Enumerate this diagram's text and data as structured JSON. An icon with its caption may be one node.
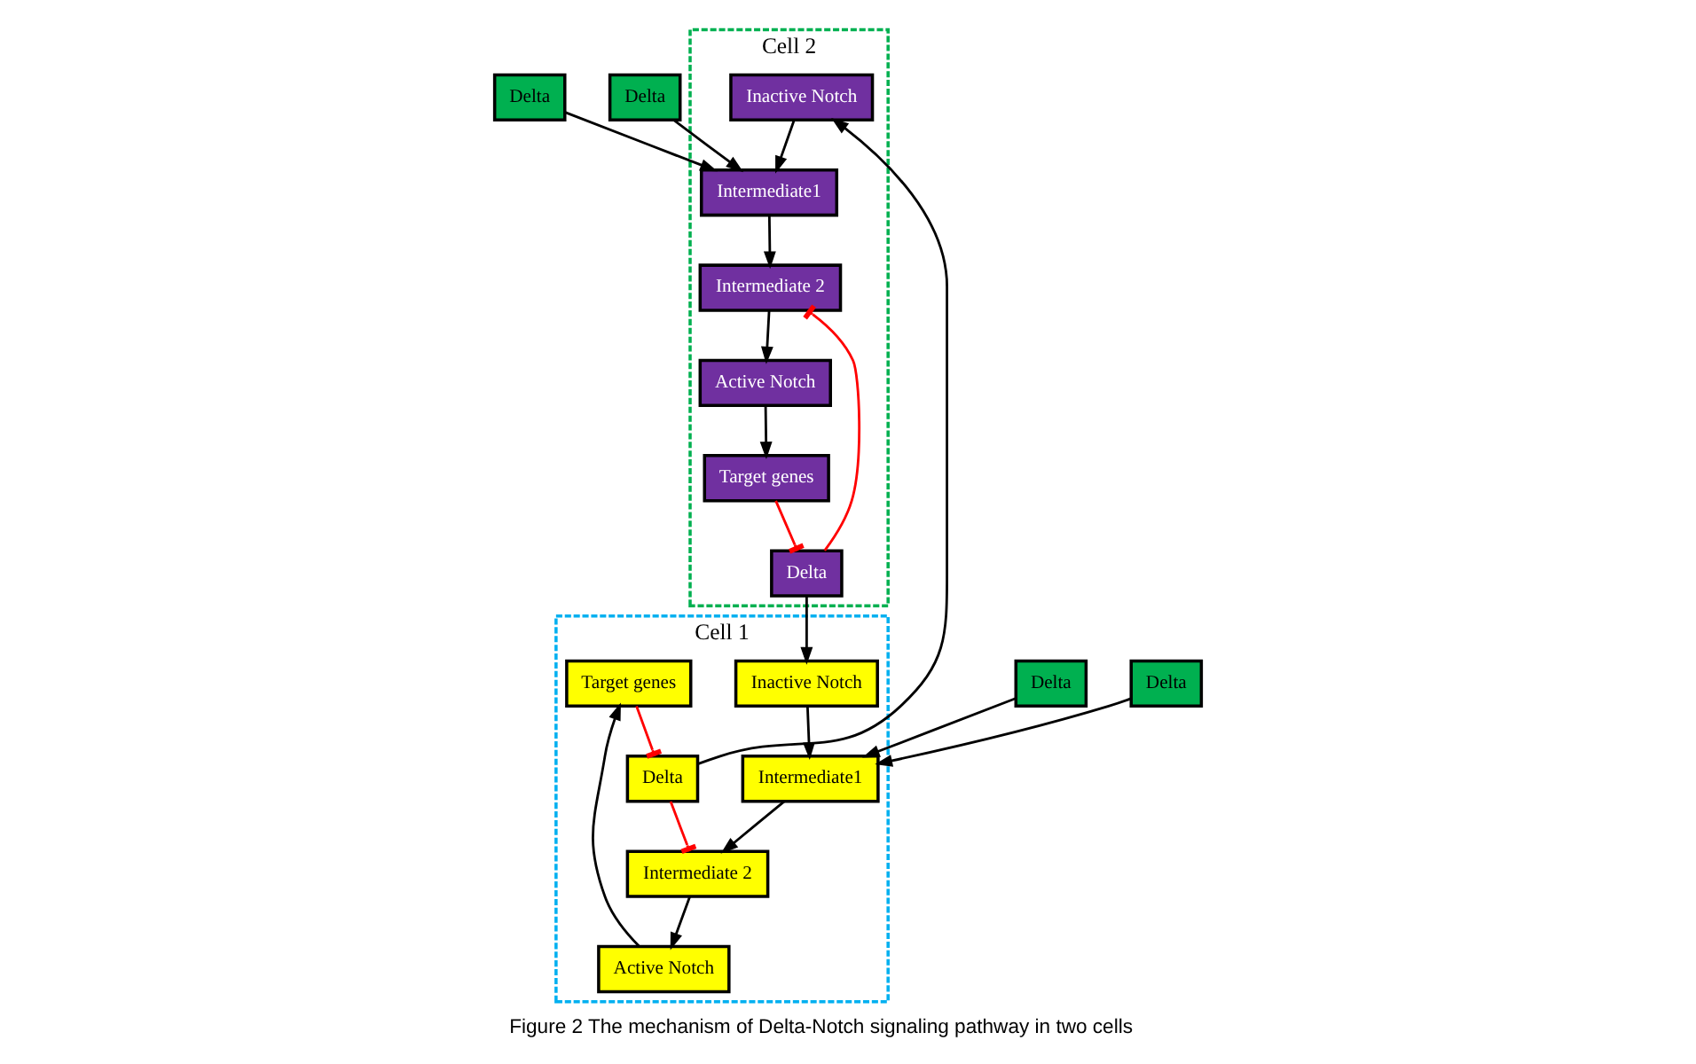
{
  "diagram": {
    "caption": "Figure 2 The mechanism of Delta-Notch signaling pathway in two cells",
    "nodes": [
      {
        "text": [
          "Cell 1"
        ]
      },
      {
        "text": [
          "Target genes"
        ],
        "in": 0
      },
      {
        "text": [
          "Delta"
        ],
        "in": 0
      },
      {
        "text": [
          "Active Notch"
        ],
        "in": 0
      },
      {
        "text": [
          "Intermediate 2"
        ],
        "in": 0
      },
      {
        "text": [
          "Intermediate1"
        ],
        "in": 0
      },
      {
        "text": [
          "Inactive Notch"
        ],
        "in": 0
      },
      {
        "text": [
          "Cell 2"
        ]
      },
      {
        "text": [
          "Inactive Notch"
        ],
        "in": 7
      },
      {
        "text": [
          "Intermediate1"
        ],
        "in": 7
      },
      {
        "text": [
          "Intermediate 2"
        ],
        "in": 7
      },
      {
        "text": [
          "Active Notch"
        ],
        "in": 7
      },
      {
        "text": [
          "Delta"
        ],
        "in": 7
      },
      {
        "text": [
          "Target genes"
        ],
        "in": 7
      },
      {
        "text": [
          "Delta"
        ]
      },
      {
        "text": [
          "Delta"
        ]
      },
      {
        "text": [
          "Delta"
        ]
      },
      {
        "text": [
          "Delta"
        ]
      }
    ],
    "edges": [
      {
        "from": 2,
        "to": 8,
        "arrow": "to"
      },
      {
        "from": 14,
        "to": 9,
        "arrow": "to"
      },
      {
        "from": 15,
        "to": 9,
        "arrow": "to"
      },
      {
        "from": 8,
        "to": 9,
        "arrow": "to"
      },
      {
        "from": 9,
        "to": 10,
        "arrow": "to"
      },
      {
        "from": 10,
        "to": 11,
        "arrow": "to"
      },
      {
        "from": 11,
        "to": 13,
        "arrow": "to"
      },
      {
        "from": 13,
        "to": 12,
        "arrow": "other",
        "color": "#ff0000"
      },
      {
        "from": 12,
        "to": 10,
        "arrow": "other",
        "color": "#ff0000"
      },
      {
        "from": 12,
        "to": 6,
        "arrow": "to"
      },
      {
        "from": 6,
        "to": 5,
        "arrow": "to"
      },
      {
        "from": 16,
        "to": 5,
        "arrow": "to"
      },
      {
        "from": 17,
        "to": 5,
        "arrow": "to"
      },
      {
        "from": 5,
        "to": 4,
        "arrow": "to"
      },
      {
        "from": 4,
        "to": 3,
        "arrow": "to"
      },
      {
        "from": 3,
        "to": 1,
        "arrow": "to"
      },
      {
        "from": 1,
        "to": 2,
        "arrow": "other",
        "color": "#ff0000"
      },
      {
        "from": 2,
        "to": 4,
        "arrow": "other",
        "color": "#ff0000"
      }
    ]
  }
}
